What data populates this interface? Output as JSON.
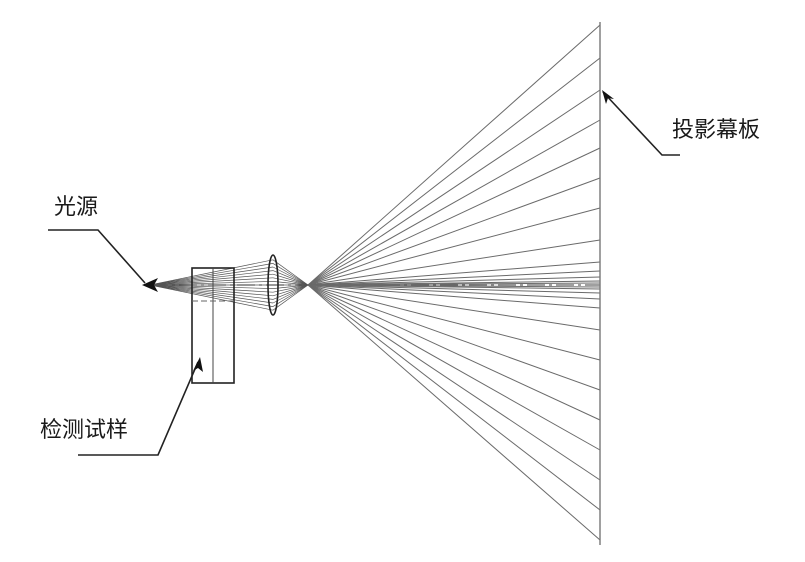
{
  "labels": {
    "light_source": "光源",
    "test_sample": "检测试样",
    "projection_screen": "投影幕板"
  },
  "colors": {
    "line": "#333333",
    "ray": "#555555",
    "background": "#ffffff"
  }
}
